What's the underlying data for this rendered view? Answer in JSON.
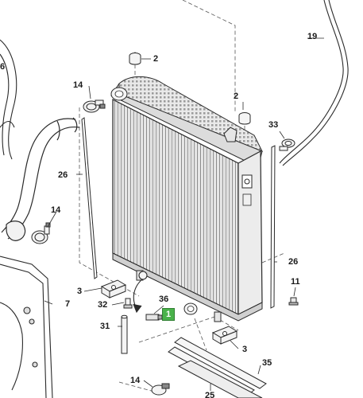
{
  "callouts": {
    "c1": "1",
    "c2a": "2",
    "c2b": "2",
    "c3a": "3",
    "c3b": "3",
    "c6": "6",
    "c7": "7",
    "c11": "11",
    "c14a": "14",
    "c14b": "14",
    "c14c": "14",
    "c19": "19",
    "c25": "25",
    "c26a": "26",
    "c26b": "26",
    "c31": "31",
    "c32": "32",
    "c33": "33",
    "c35": "35",
    "c36": "36"
  },
  "colors": {
    "line": "#2a2a2a",
    "highlight": "#49b24a",
    "dash": "#555555"
  }
}
